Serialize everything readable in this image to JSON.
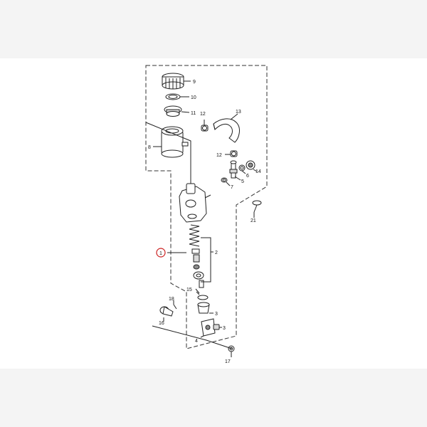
{
  "diagram": {
    "callouts": [
      {
        "id": "c9",
        "text": "9"
      },
      {
        "id": "c10",
        "text": "10"
      },
      {
        "id": "c11",
        "text": "11"
      },
      {
        "id": "c12a",
        "text": "12"
      },
      {
        "id": "c13",
        "text": "13"
      },
      {
        "id": "c8",
        "text": "8"
      },
      {
        "id": "c12b",
        "text": "12"
      },
      {
        "id": "c6",
        "text": "6"
      },
      {
        "id": "c14",
        "text": "14"
      },
      {
        "id": "c5",
        "text": "5"
      },
      {
        "id": "c7",
        "text": "7"
      },
      {
        "id": "c21",
        "text": "21"
      },
      {
        "id": "c2",
        "text": "2"
      },
      {
        "id": "c15",
        "text": "15"
      },
      {
        "id": "c18",
        "text": "18"
      },
      {
        "id": "c16",
        "text": "16"
      },
      {
        "id": "c3a",
        "text": "3"
      },
      {
        "id": "c3b",
        "text": "3"
      },
      {
        "id": "c4",
        "text": "4"
      },
      {
        "id": "c17",
        "text": "17"
      }
    ],
    "highlight_callout": {
      "text": "1",
      "color": "#cc2222"
    }
  }
}
